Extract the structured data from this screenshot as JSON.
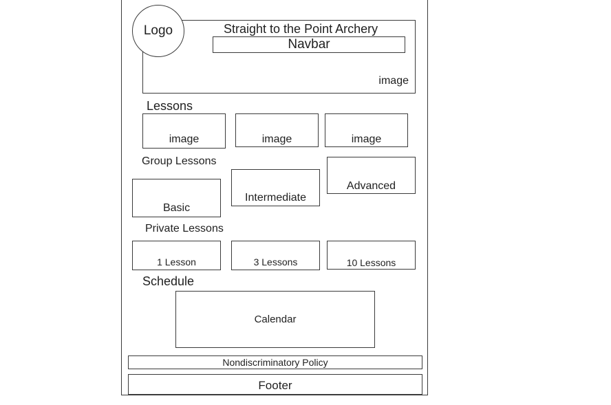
{
  "header": {
    "logo_label": "Logo",
    "site_title": "Straight to the Point Archery",
    "navbar_label": "Navbar",
    "hero_image_label": "image"
  },
  "lessons": {
    "heading": "Lessons",
    "images": [
      "image",
      "image",
      "image"
    ]
  },
  "group_lessons": {
    "heading": "Group Lessons",
    "levels": [
      "Basic",
      "Intermediate",
      "Advanced"
    ]
  },
  "private_lessons": {
    "heading": "Private Lessons",
    "packages": [
      "1 Lesson",
      "3 Lessons",
      "10 Lessons"
    ]
  },
  "schedule": {
    "heading": "Schedule",
    "calendar_label": "Calendar"
  },
  "policy": {
    "label": "Nondiscriminatory Policy"
  },
  "footer": {
    "label": "Footer"
  }
}
